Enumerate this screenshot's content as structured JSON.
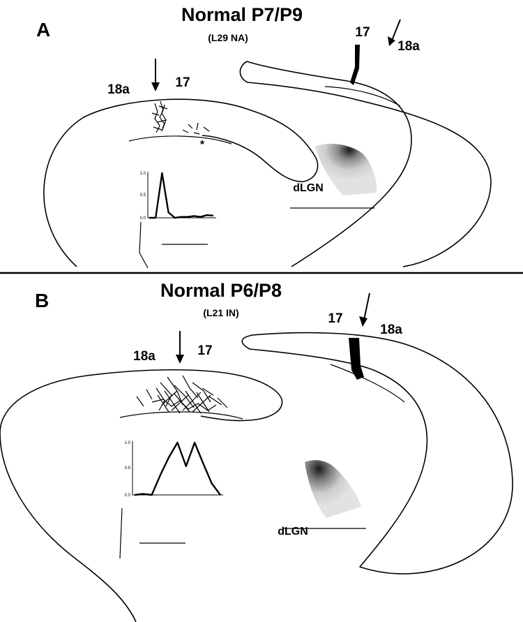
{
  "colors": {
    "ink": "#000000",
    "lgn_fill": "#d4d4d4",
    "lgn_dark": "#333333"
  },
  "panels": [
    {
      "letter": "A",
      "title": "Normal P7/P9",
      "subtitle": "(L29 NA)",
      "left_labels": {
        "area_a": "18a",
        "area_b": "17"
      },
      "right_labels": {
        "area_a": "17",
        "area_b": "18a"
      },
      "lgn_label": "dLGN",
      "asterisk": "*",
      "icons": [
        "arrow-down-icon",
        "arrow-down-icon"
      ],
      "chart_data": {
        "type": "line",
        "x": [
          0,
          1,
          2,
          3,
          4,
          5,
          6,
          7,
          8,
          9,
          10
        ],
        "values": [
          0.0,
          0.0,
          1.0,
          0.12,
          0.0,
          0.02,
          0.02,
          0.04,
          0.02,
          0.06,
          0.05
        ],
        "yticks": [
          "0.0",
          "0.5",
          "1.0"
        ],
        "ylim": [
          0,
          1
        ]
      }
    },
    {
      "letter": "B",
      "title": "Normal P6/P8",
      "subtitle": "(L21 IN)",
      "left_labels": {
        "area_a": "18a",
        "area_b": "17"
      },
      "right_labels": {
        "area_a": "17",
        "area_b": "18a"
      },
      "lgn_label": "dLGN",
      "icons": [
        "arrow-down-icon",
        "arrow-down-icon"
      ],
      "chart_data": {
        "type": "line",
        "x": [
          0,
          1,
          2,
          3,
          4,
          5,
          6,
          7,
          8,
          9,
          10
        ],
        "values": [
          0.0,
          0.02,
          0.0,
          0.38,
          0.72,
          1.0,
          0.55,
          1.0,
          0.6,
          0.22,
          0.0
        ],
        "yticks": [
          "0.0",
          "0.5",
          "1.0"
        ],
        "ylim": [
          0,
          1
        ]
      }
    }
  ]
}
